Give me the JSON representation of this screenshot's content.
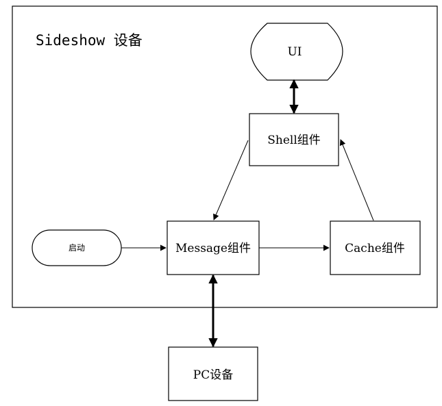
{
  "diagram": {
    "container": {
      "title": "Sideshow 设备"
    },
    "nodes": {
      "ui": "UI",
      "shell": "Shell组件",
      "start": "启动",
      "message": "Message组件",
      "cache": "Cache组件",
      "pc": "PC设备"
    },
    "edges": [
      {
        "from": "ui",
        "to": "shell",
        "direction": "both"
      },
      {
        "from": "shell",
        "to": "message",
        "direction": "forward"
      },
      {
        "from": "cache",
        "to": "shell",
        "direction": "forward"
      },
      {
        "from": "start",
        "to": "message",
        "direction": "forward"
      },
      {
        "from": "message",
        "to": "cache",
        "direction": "forward"
      },
      {
        "from": "message",
        "to": "pc",
        "direction": "both"
      }
    ],
    "colors": {
      "stroke": "#000000",
      "fill": "#ffffff"
    }
  }
}
